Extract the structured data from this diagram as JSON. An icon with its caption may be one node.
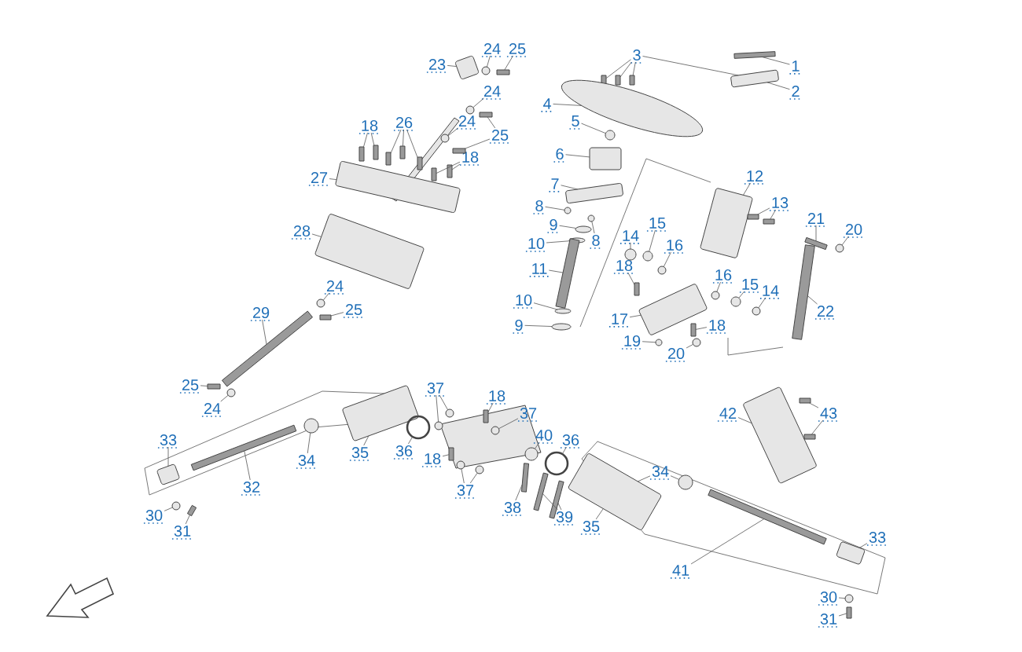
{
  "diagram": {
    "nodes": [
      {
        "text": [
          "1"
        ]
      },
      {
        "text": [
          "2"
        ]
      },
      {
        "text": [
          "3"
        ]
      },
      {
        "text": [
          "4"
        ]
      },
      {
        "text": [
          "23"
        ]
      },
      {
        "text": [
          "24"
        ]
      },
      {
        "text": [
          "25"
        ]
      },
      {
        "text": [
          "24"
        ]
      },
      {
        "text": [
          "18"
        ]
      },
      {
        "text": [
          "26"
        ]
      },
      {
        "text": [
          "24"
        ]
      },
      {
        "text": [
          "25"
        ]
      },
      {
        "text": [
          "5"
        ]
      },
      {
        "text": [
          "6"
        ]
      },
      {
        "text": [
          "18"
        ]
      },
      {
        "text": [
          "27"
        ]
      },
      {
        "text": [
          "12"
        ]
      },
      {
        "text": [
          "7"
        ]
      },
      {
        "text": [
          "13"
        ]
      },
      {
        "text": [
          "8"
        ]
      },
      {
        "text": [
          "21"
        ]
      },
      {
        "text": [
          "9"
        ]
      },
      {
        "text": [
          "15"
        ]
      },
      {
        "text": [
          "20"
        ]
      },
      {
        "text": [
          "28"
        ]
      },
      {
        "text": [
          "14"
        ]
      },
      {
        "text": [
          "8"
        ]
      },
      {
        "text": [
          "10"
        ]
      },
      {
        "text": [
          "16"
        ]
      },
      {
        "text": [
          "18"
        ]
      },
      {
        "text": [
          "11"
        ]
      },
      {
        "text": [
          "16"
        ]
      },
      {
        "text": [
          "15"
        ]
      },
      {
        "text": [
          "24"
        ]
      },
      {
        "text": [
          "14"
        ]
      },
      {
        "text": [
          "10"
        ]
      },
      {
        "text": [
          "25"
        ]
      },
      {
        "text": [
          "29"
        ]
      },
      {
        "text": [
          "22"
        ]
      },
      {
        "text": [
          "17"
        ]
      },
      {
        "text": [
          "9"
        ]
      },
      {
        "text": [
          "18"
        ]
      },
      {
        "text": [
          "19"
        ]
      },
      {
        "text": [
          "20"
        ]
      },
      {
        "text": [
          "25"
        ]
      },
      {
        "text": [
          "37"
        ]
      },
      {
        "text": [
          "18"
        ]
      },
      {
        "text": [
          "24"
        ]
      },
      {
        "text": [
          "37"
        ]
      },
      {
        "text": [
          "42"
        ]
      },
      {
        "text": [
          "43"
        ]
      },
      {
        "text": [
          "40"
        ]
      },
      {
        "text": [
          "33"
        ]
      },
      {
        "text": [
          "36"
        ]
      },
      {
        "text": [
          "35"
        ]
      },
      {
        "text": [
          "36"
        ]
      },
      {
        "text": [
          "18"
        ]
      },
      {
        "text": [
          "34"
        ]
      },
      {
        "text": [
          "34"
        ]
      },
      {
        "text": [
          "32"
        ]
      },
      {
        "text": [
          "37"
        ]
      },
      {
        "text": [
          "38"
        ]
      },
      {
        "text": [
          "30"
        ]
      },
      {
        "text": [
          "39"
        ]
      },
      {
        "text": [
          "35"
        ]
      },
      {
        "text": [
          "31"
        ]
      },
      {
        "text": [
          "33"
        ]
      },
      {
        "text": [
          "41"
        ]
      },
      {
        "text": [
          "30"
        ]
      },
      {
        "text": [
          "31"
        ]
      },
      {
        "text": [],
        "shape": "bar"
      },
      {
        "text": [],
        "shape": "box"
      },
      {
        "text": [],
        "shape": "bar"
      },
      {
        "text": [],
        "shape": "bar"
      },
      {
        "text": [],
        "shape": "bar"
      },
      {
        "text": [],
        "shape": "ellipse"
      },
      {
        "text": [],
        "shape": "box"
      },
      {
        "text": [],
        "shape": "circle"
      },
      {
        "text": [],
        "shape": "bar"
      },
      {
        "text": [],
        "shape": "circle"
      },
      {
        "text": [],
        "shape": "bar"
      },
      {
        "text": [],
        "shape": "bar"
      },
      {
        "text": [],
        "shape": "bar"
      },
      {
        "text": [],
        "shape": "bar"
      },
      {
        "text": [],
        "shape": "bar"
      },
      {
        "text": [],
        "shape": "circle"
      },
      {
        "text": [],
        "shape": "bar"
      },
      {
        "text": [],
        "shape": "bar"
      },
      {
        "text": [],
        "shape": "circle"
      },
      {
        "text": [],
        "shape": "box"
      },
      {
        "text": [],
        "shape": "bar"
      },
      {
        "text": [],
        "shape": "bar"
      },
      {
        "text": [],
        "shape": "box"
      },
      {
        "text": [],
        "shape": "box"
      },
      {
        "text": [],
        "shape": "box"
      },
      {
        "text": [],
        "shape": "bar"
      },
      {
        "text": [],
        "shape": "bar"
      },
      {
        "text": [],
        "shape": "circle"
      },
      {
        "text": [],
        "shape": "bar"
      },
      {
        "text": [],
        "shape": "ellipse"
      },
      {
        "text": [],
        "shape": "circle"
      },
      {
        "text": [],
        "shape": "circle"
      },
      {
        "text": [],
        "shape": "box"
      },
      {
        "text": [],
        "shape": "circle"
      },
      {
        "text": [],
        "shape": "circle"
      },
      {
        "text": [],
        "shape": "ellipse"
      },
      {
        "text": [],
        "shape": "circle"
      },
      {
        "text": [],
        "shape": "bar"
      },
      {
        "text": [],
        "shape": "bar"
      },
      {
        "text": [],
        "shape": "circle"
      },
      {
        "text": [],
        "shape": "circle"
      },
      {
        "text": [],
        "shape": "circle"
      },
      {
        "text": [],
        "shape": "circle"
      },
      {
        "text": [],
        "shape": "ellipse"
      },
      {
        "text": [],
        "shape": "bar"
      },
      {
        "text": [],
        "shape": "bar"
      },
      {
        "text": [],
        "shape": "bar"
      },
      {
        "text": [],
        "shape": "box"
      },
      {
        "text": [],
        "shape": "ellipse"
      },
      {
        "text": [],
        "shape": "bar"
      },
      {
        "text": [],
        "shape": "circle"
      },
      {
        "text": [],
        "shape": "circle"
      },
      {
        "text": [],
        "shape": "bar"
      },
      {
        "text": [],
        "shape": "circle"
      },
      {
        "text": [],
        "shape": "circle"
      },
      {
        "text": [],
        "shape": "bar"
      },
      {
        "text": [],
        "shape": "circle"
      },
      {
        "text": [],
        "shape": "circle"
      },
      {
        "text": [],
        "shape": "box"
      },
      {
        "text": [],
        "shape": "bar"
      },
      {
        "text": [],
        "shape": "bar"
      },
      {
        "text": [],
        "shape": "circle"
      },
      {
        "text": [],
        "shape": "box"
      },
      {
        "text": [],
        "shape": "ring"
      },
      {
        "text": [],
        "shape": "box"
      },
      {
        "text": [],
        "shape": "ring"
      },
      {
        "text": [],
        "shape": "bar"
      },
      {
        "text": [],
        "shape": "circle"
      },
      {
        "text": [],
        "shape": "circle"
      },
      {
        "text": [],
        "shape": "box"
      },
      {
        "text": [],
        "shape": "bar"
      },
      {
        "text": [],
        "shape": "circle"
      },
      {
        "text": [],
        "shape": "circle"
      },
      {
        "text": [],
        "shape": "bar"
      },
      {
        "text": [],
        "shape": "circle"
      },
      {
        "text": [],
        "shape": "bar"
      },
      {
        "text": [],
        "shape": "bar"
      },
      {
        "text": [],
        "shape": "bar"
      },
      {
        "text": [],
        "shape": "box"
      },
      {
        "text": [],
        "shape": "bar"
      },
      {
        "text": [],
        "shape": "circle"
      },
      {
        "text": [],
        "shape": "bar"
      }
    ],
    "edges": [
      {
        "from": 0,
        "to": 70,
        "arrow": "none"
      },
      {
        "from": 1,
        "to": 71,
        "arrow": "none"
      },
      {
        "from": 2,
        "to": 72,
        "arrow": "none"
      },
      {
        "from": 2,
        "to": 73,
        "arrow": "none"
      },
      {
        "from": 2,
        "to": 74,
        "arrow": "none"
      },
      {
        "from": 2,
        "to": 71,
        "arrow": "none"
      },
      {
        "from": 3,
        "to": 75,
        "arrow": "none"
      },
      {
        "from": 4,
        "to": 76,
        "arrow": "none"
      },
      {
        "from": 5,
        "to": 77,
        "arrow": "none"
      },
      {
        "from": 6,
        "to": 78,
        "arrow": "none"
      },
      {
        "from": 7,
        "to": 79,
        "arrow": "none"
      },
      {
        "from": 8,
        "to": 80,
        "arrow": "none"
      },
      {
        "from": 8,
        "to": 81,
        "arrow": "none"
      },
      {
        "from": 9,
        "to": 82,
        "arrow": "none"
      },
      {
        "from": 9,
        "to": 83,
        "arrow": "none"
      },
      {
        "from": 9,
        "to": 84,
        "arrow": "none"
      },
      {
        "from": 10,
        "to": 85,
        "arrow": "none"
      },
      {
        "from": 11,
        "to": 86,
        "arrow": "none"
      },
      {
        "from": 11,
        "to": 87,
        "arrow": "none"
      },
      {
        "from": 12,
        "to": 88,
        "arrow": "none"
      },
      {
        "from": 13,
        "to": 89,
        "arrow": "none"
      },
      {
        "from": 14,
        "to": 90,
        "arrow": "none"
      },
      {
        "from": 14,
        "to": 91,
        "arrow": "none"
      },
      {
        "from": 15,
        "to": 92,
        "arrow": "none"
      },
      {
        "from": 16,
        "to": 93,
        "arrow": "none"
      },
      {
        "from": 17,
        "to": 94,
        "arrow": "none"
      },
      {
        "from": 18,
        "to": 95,
        "arrow": "none"
      },
      {
        "from": 18,
        "to": 96,
        "arrow": "none"
      },
      {
        "from": 19,
        "to": 97,
        "arrow": "none"
      },
      {
        "from": 20,
        "to": 98,
        "arrow": "none"
      },
      {
        "from": 21,
        "to": 99,
        "arrow": "none"
      },
      {
        "from": 22,
        "to": 100,
        "arrow": "none"
      },
      {
        "from": 23,
        "to": 101,
        "arrow": "none"
      },
      {
        "from": 24,
        "to": 102,
        "arrow": "none"
      },
      {
        "from": 25,
        "to": 103,
        "arrow": "none"
      },
      {
        "from": 26,
        "to": 104,
        "arrow": "none"
      },
      {
        "from": 27,
        "to": 105,
        "arrow": "none"
      },
      {
        "from": 28,
        "to": 106,
        "arrow": "none"
      },
      {
        "from": 29,
        "to": 107,
        "arrow": "none"
      },
      {
        "from": 30,
        "to": 108,
        "arrow": "none"
      },
      {
        "from": 31,
        "to": 109,
        "arrow": "none"
      },
      {
        "from": 32,
        "to": 110,
        "arrow": "none"
      },
      {
        "from": 33,
        "to": 111,
        "arrow": "none"
      },
      {
        "from": 34,
        "to": 112,
        "arrow": "none"
      },
      {
        "from": 35,
        "to": 113,
        "arrow": "none"
      },
      {
        "from": 36,
        "to": 114,
        "arrow": "none"
      },
      {
        "from": 37,
        "to": 115,
        "arrow": "none"
      },
      {
        "from": 38,
        "to": 116,
        "arrow": "none"
      },
      {
        "from": 39,
        "to": 117,
        "arrow": "none"
      },
      {
        "from": 40,
        "to": 118,
        "arrow": "none"
      },
      {
        "from": 41,
        "to": 119,
        "arrow": "none"
      },
      {
        "from": 42,
        "to": 120,
        "arrow": "none"
      },
      {
        "from": 43,
        "to": 121,
        "arrow": "none"
      },
      {
        "from": 44,
        "to": 122,
        "arrow": "none"
      },
      {
        "from": 45,
        "to": 123,
        "arrow": "none"
      },
      {
        "from": 45,
        "to": 124,
        "arrow": "none"
      },
      {
        "from": 46,
        "to": 125,
        "arrow": "none"
      },
      {
        "from": 47,
        "to": 126,
        "arrow": "none"
      },
      {
        "from": 48,
        "to": 127,
        "arrow": "none"
      },
      {
        "from": 49,
        "to": 128,
        "arrow": "none"
      },
      {
        "from": 50,
        "to": 129,
        "arrow": "none"
      },
      {
        "from": 50,
        "to": 130,
        "arrow": "none"
      },
      {
        "from": 51,
        "to": 131,
        "arrow": "none"
      },
      {
        "from": 52,
        "to": 132,
        "arrow": "none"
      },
      {
        "from": 53,
        "to": 133,
        "arrow": "none"
      },
      {
        "from": 54,
        "to": 134,
        "arrow": "none"
      },
      {
        "from": 55,
        "to": 135,
        "arrow": "none"
      },
      {
        "from": 56,
        "to": 136,
        "arrow": "none"
      },
      {
        "from": 57,
        "to": 137,
        "arrow": "none"
      },
      {
        "from": 58,
        "to": 138,
        "arrow": "none"
      },
      {
        "from": 58,
        "to": 139,
        "arrow": "none"
      },
      {
        "from": 59,
        "to": 140,
        "arrow": "none"
      },
      {
        "from": 60,
        "to": 141,
        "arrow": "none"
      },
      {
        "from": 60,
        "to": 142,
        "arrow": "none"
      },
      {
        "from": 61,
        "to": 143,
        "arrow": "none"
      },
      {
        "from": 62,
        "to": 144,
        "arrow": "none"
      },
      {
        "from": 63,
        "to": 145,
        "arrow": "none"
      },
      {
        "from": 63,
        "to": 146,
        "arrow": "none"
      },
      {
        "from": 64,
        "to": 139,
        "arrow": "none"
      },
      {
        "from": 65,
        "to": 147,
        "arrow": "none"
      },
      {
        "from": 66,
        "to": 148,
        "arrow": "none"
      },
      {
        "from": 67,
        "to": 149,
        "arrow": "none"
      },
      {
        "from": 68,
        "to": 150,
        "arrow": "none"
      },
      {
        "from": 69,
        "to": 151,
        "arrow": "none"
      }
    ]
  }
}
